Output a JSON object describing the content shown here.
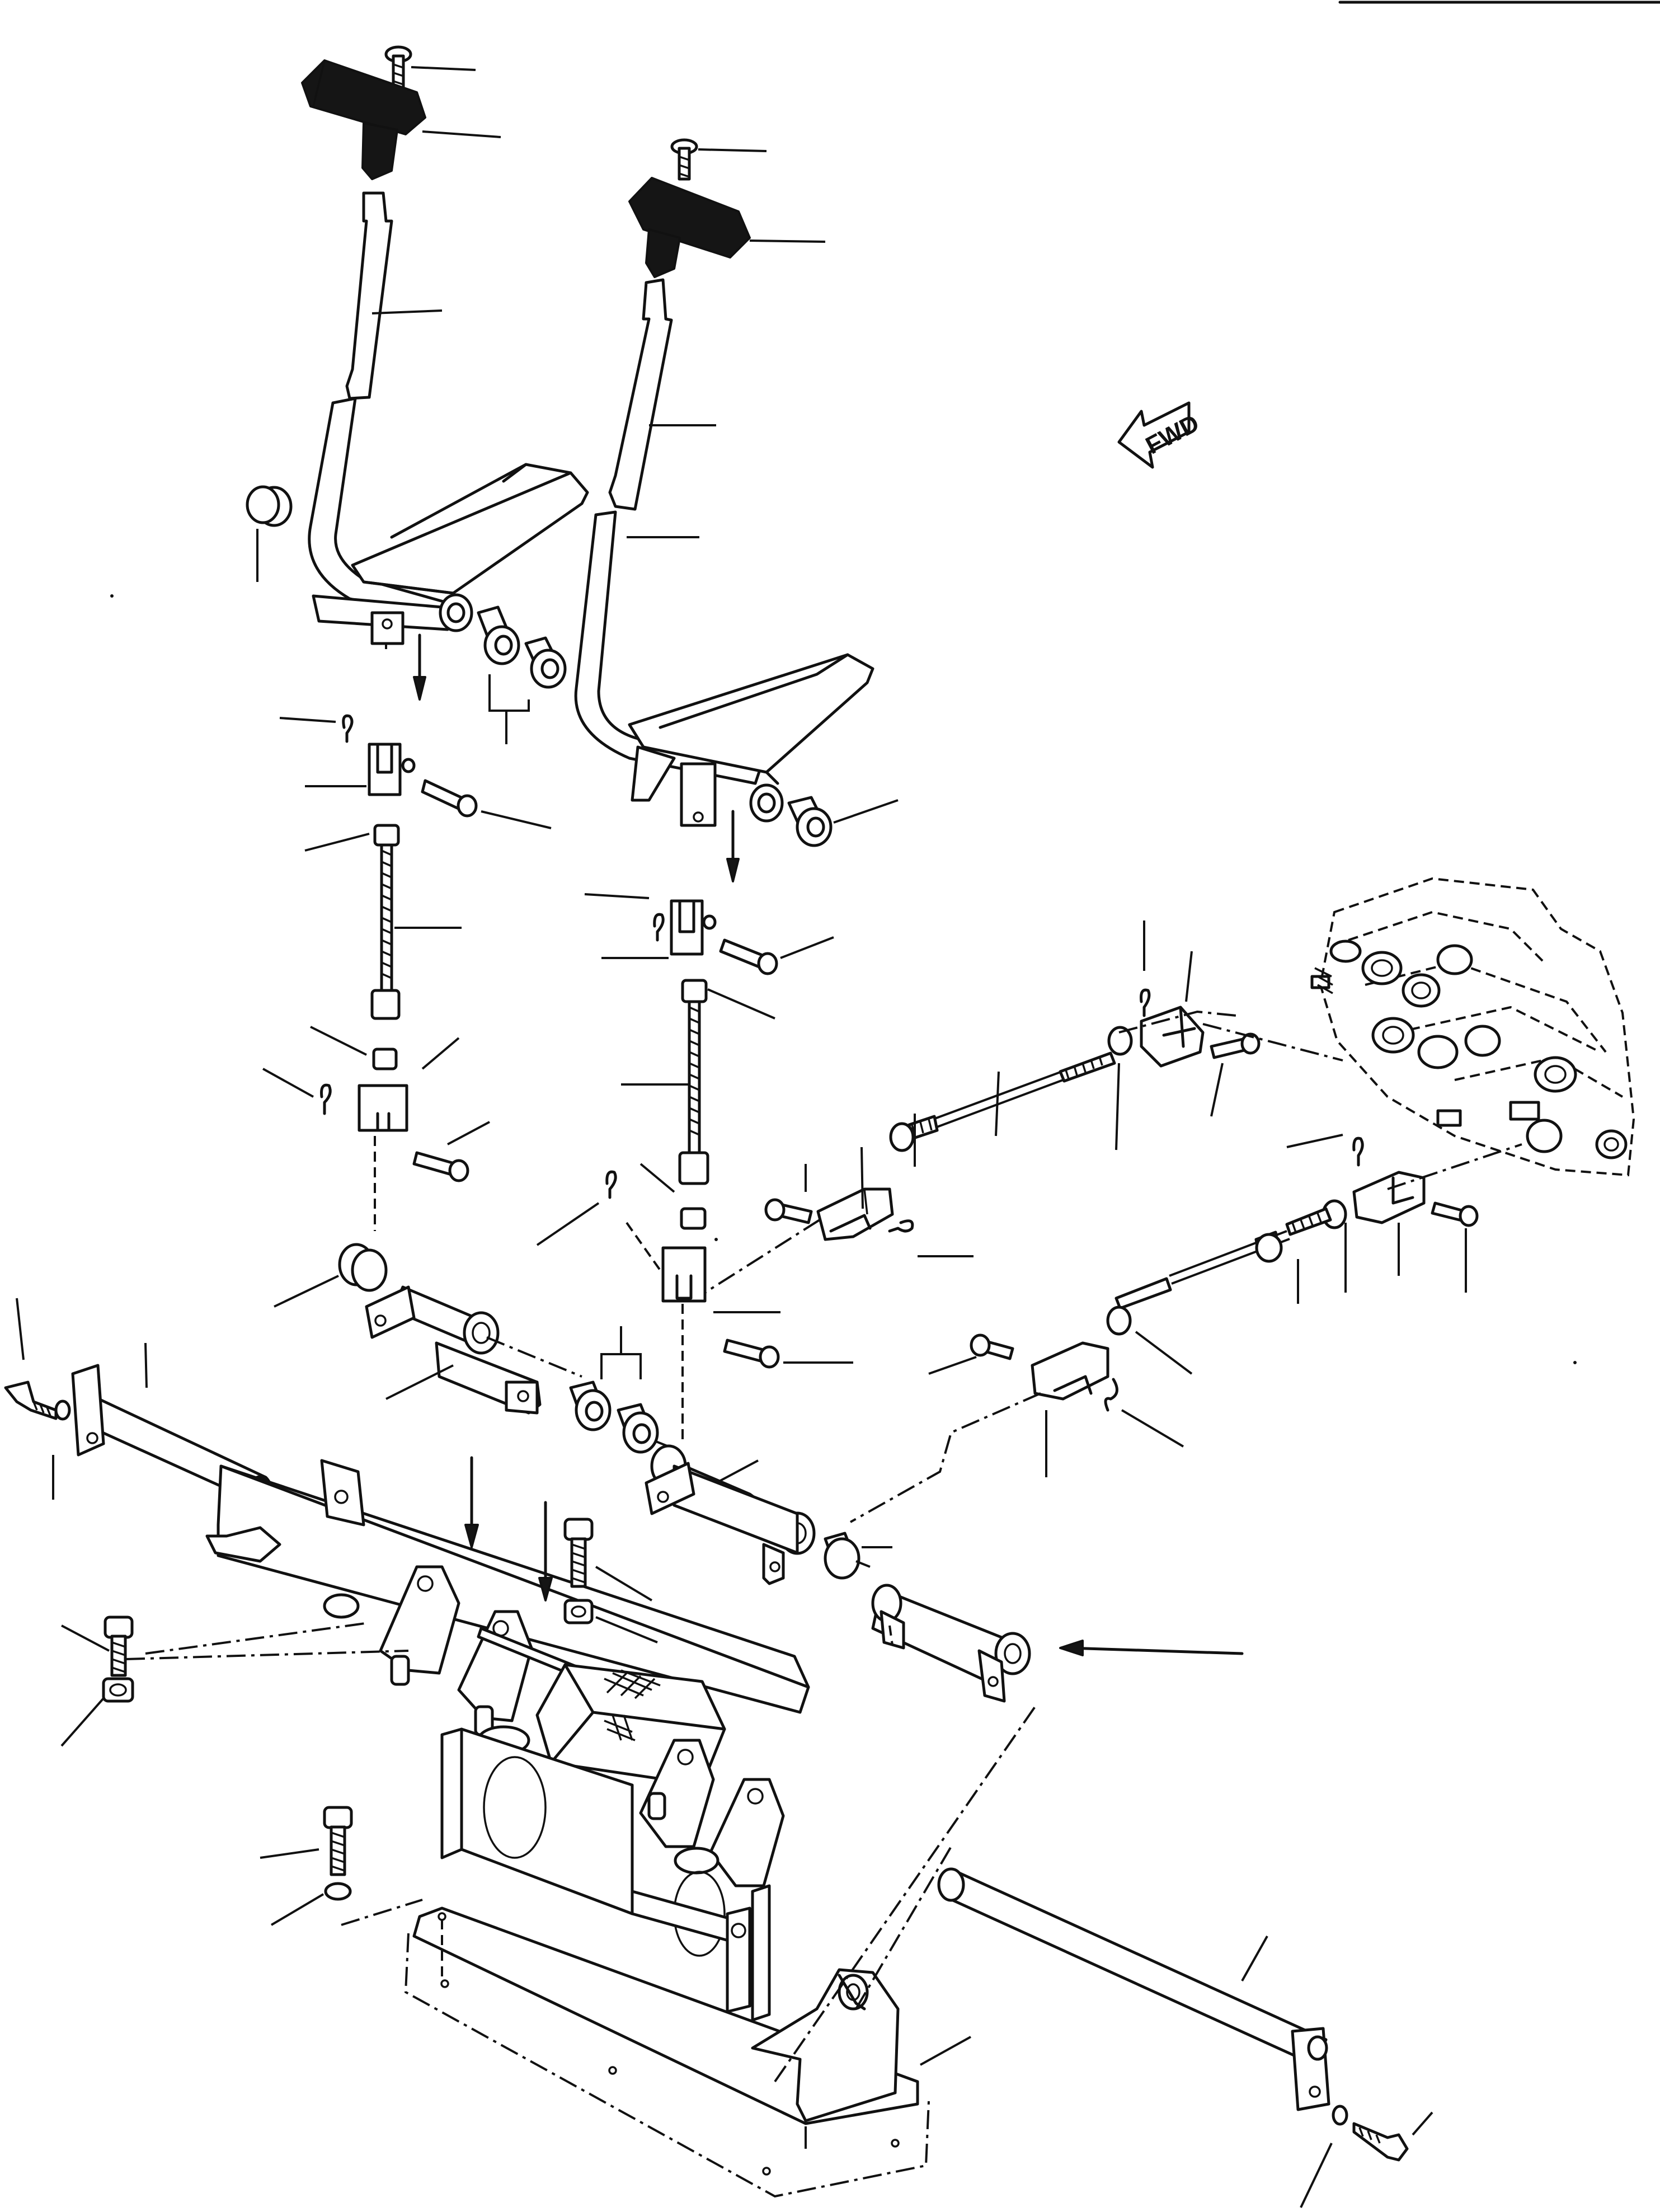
{
  "fwd_label": "FWD",
  "colors": {
    "ink": "#111111",
    "paper": "#ffffff",
    "knob": "#151515"
  },
  "parts": {
    "knob_screws": 2,
    "control_knobs": 2,
    "pedal_levers": 2,
    "clevis_assemblies": 6,
    "linkage_rods": 4,
    "bell_crank_levers": 2,
    "shafts": 2,
    "mounting_bracket": 1,
    "control_valve": 1
  },
  "icons": [
    "fwd-arrow-icon"
  ]
}
